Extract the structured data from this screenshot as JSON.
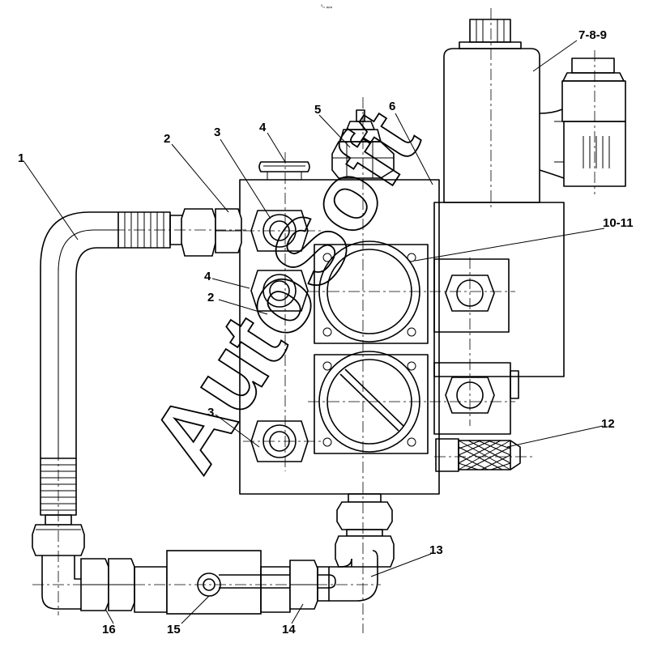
{
  "watermark": "AutoSoft",
  "top_mark": "⁰ₙ ᵨᵨᵨ",
  "callouts": [
    {
      "id": "c1",
      "text": "1"
    },
    {
      "id": "c2a",
      "text": "2"
    },
    {
      "id": "c3a",
      "text": "3"
    },
    {
      "id": "c4a",
      "text": "4"
    },
    {
      "id": "c5",
      "text": "5"
    },
    {
      "id": "c6",
      "text": "6"
    },
    {
      "id": "c789",
      "text": "7-8-9"
    },
    {
      "id": "c1011",
      "text": "10-11"
    },
    {
      "id": "c4b",
      "text": "4"
    },
    {
      "id": "c2b",
      "text": "2"
    },
    {
      "id": "c3b",
      "text": "3"
    },
    {
      "id": "c12",
      "text": "12"
    },
    {
      "id": "c13",
      "text": "13"
    },
    {
      "id": "c14",
      "text": "14"
    },
    {
      "id": "c15",
      "text": "15"
    },
    {
      "id": "c16",
      "text": "16"
    }
  ]
}
